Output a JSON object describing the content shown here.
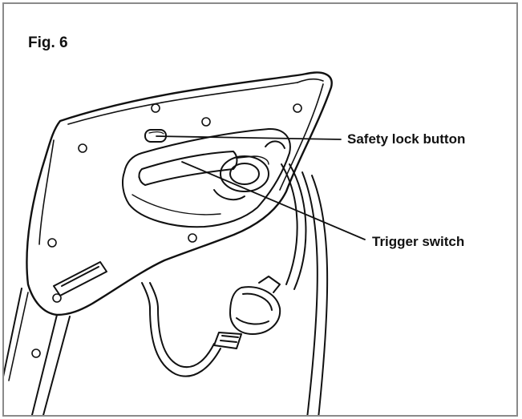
{
  "figure": {
    "title": "Fig. 6",
    "callouts": [
      {
        "id": "safety-lock",
        "label": "Safety lock button"
      },
      {
        "id": "trigger",
        "label": "Trigger switch"
      }
    ],
    "colors": {
      "line": "#111111",
      "frame": "#8a8a8a",
      "background": "#ffffff"
    }
  }
}
